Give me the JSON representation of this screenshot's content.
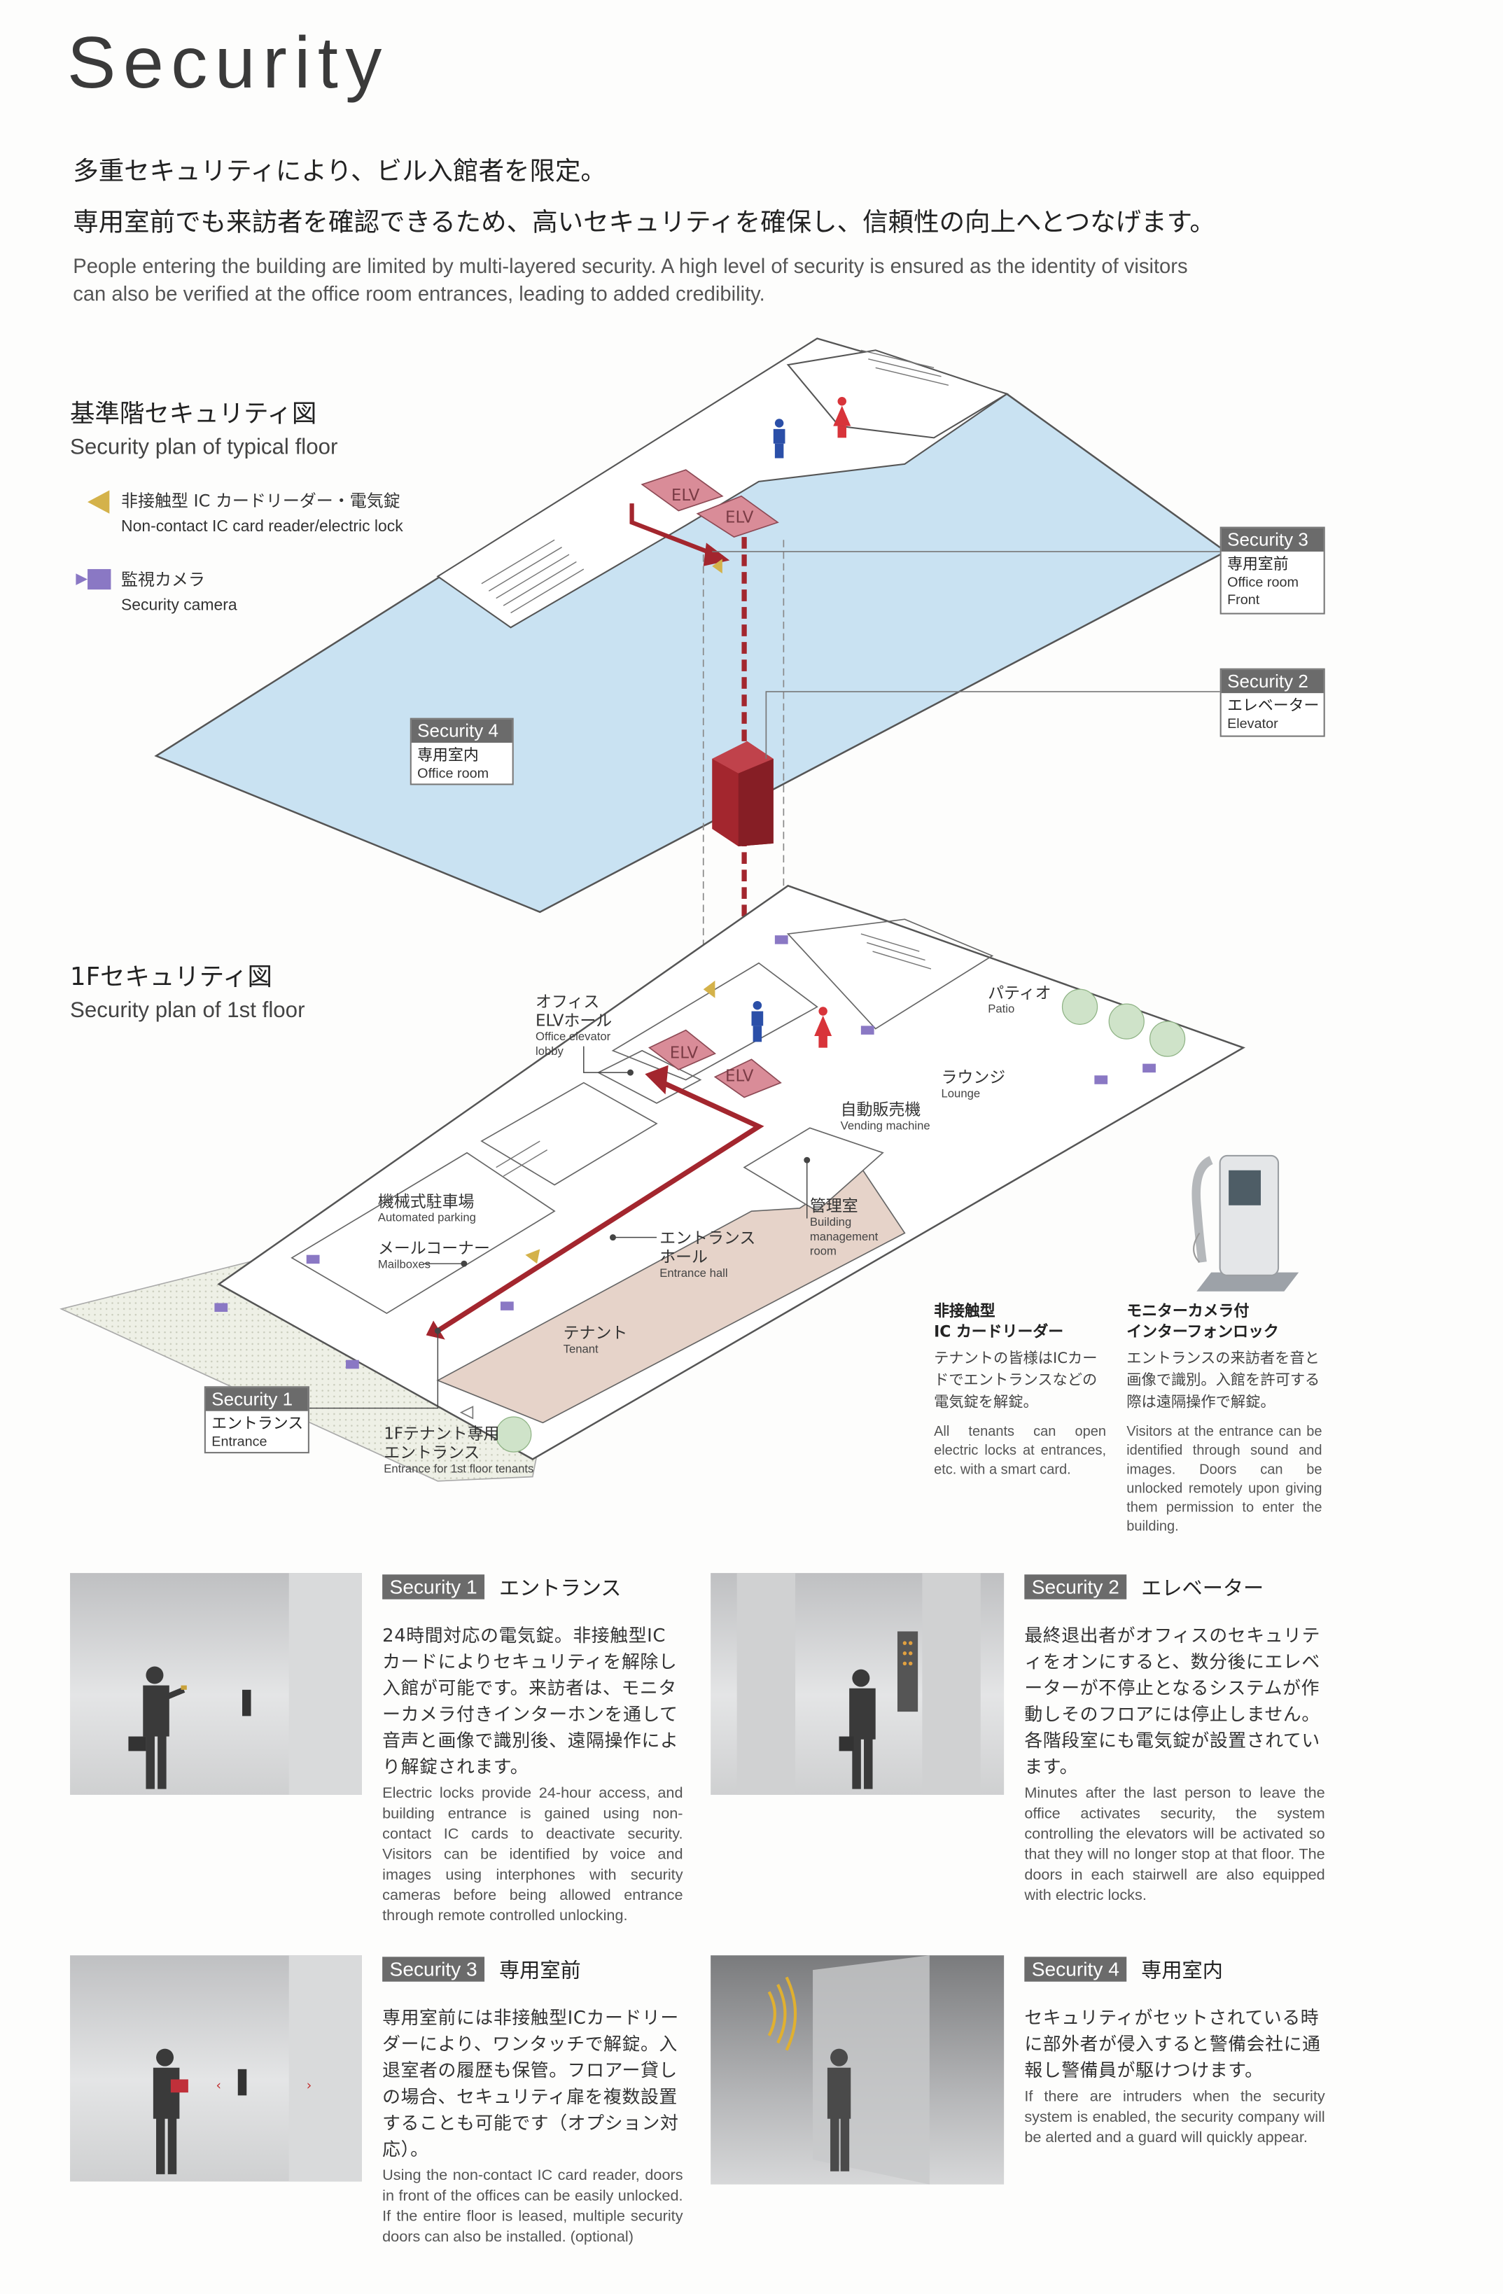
{
  "title": "Security",
  "lead": {
    "jp_line1": "多重セキュリティにより、ビル入館者を限定。",
    "jp_line2": "専用室前でも来訪者を確認できるため、高いセキュリティを確保し、信頼性の向上へとつなげます。",
    "en_line1": "People entering the building are limited by multi-layered security. A high level of security is ensured as the identity of visitors",
    "en_line2": "can also be verified at the office room entrances, leading to added credibility."
  },
  "typical_floor": {
    "heading_jp": "基準階セキュリティ図",
    "heading_en": "Security plan of typical floor",
    "legend": [
      {
        "icon": "card-reader-triangle-icon",
        "jp": "非接触型 IC カードリーダー・電気錠",
        "en": "Non-contact IC card reader/electric lock",
        "color": "#d4b24a"
      },
      {
        "icon": "security-camera-icon",
        "jp": "監視カメラ",
        "en": "Security camera",
        "color": "#8a78c4"
      }
    ],
    "elv_label": "ELV",
    "callouts": {
      "s3": {
        "tag": "Security 3",
        "jp": "専用室前",
        "en": [
          "Office room",
          "Front"
        ]
      },
      "s2": {
        "tag": "Security 2",
        "jp": "エレベーター",
        "en": [
          "Elevator"
        ]
      },
      "s4": {
        "tag": "Security 4",
        "jp": "専用室内",
        "en": [
          "Office room"
        ]
      }
    }
  },
  "first_floor": {
    "heading_jp": "1Fセキュリティ図",
    "heading_en": "Security plan of 1st floor",
    "elv_label": "ELV",
    "labels": {
      "elv_hall": {
        "jp": [
          "オフィス",
          "ELVホール"
        ],
        "en": [
          "Office elevator",
          "lobby"
        ]
      },
      "patio": {
        "jp": [
          "パティオ"
        ],
        "en": [
          "Patio"
        ]
      },
      "lounge": {
        "jp": [
          "ラウンジ"
        ],
        "en": [
          "Lounge"
        ]
      },
      "vending": {
        "jp": [
          "自動販売機"
        ],
        "en": [
          "Vending machine"
        ]
      },
      "mgmt": {
        "jp": [
          "管理室"
        ],
        "en": [
          "Building",
          "management",
          "room"
        ]
      },
      "parking": {
        "jp": [
          "機械式駐車場"
        ],
        "en": [
          "Automated parking"
        ]
      },
      "mail": {
        "jp": [
          "メールコーナー"
        ],
        "en": [
          "Mailboxes"
        ]
      },
      "hall": {
        "jp": [
          "エントランス",
          "ホール"
        ],
        "en": [
          "Entrance hall"
        ]
      },
      "tenant": {
        "jp": [
          "テナント"
        ],
        "en": [
          "Tenant"
        ]
      },
      "tenant_entrance": {
        "jp": [
          "1Fテナント専用",
          "エントランス"
        ],
        "en": [
          "Entrance for 1st floor tenants"
        ]
      }
    },
    "callout_s1": {
      "tag": "Security 1",
      "jp": "エントランス",
      "en": [
        "Entrance"
      ]
    }
  },
  "devices": [
    {
      "title": [
        "非接触型",
        "IC カードリーダー"
      ],
      "jp": "テナントの皆様はICカードでエントランスなどの電気錠を解錠。",
      "en": "All tenants can open electric locks at entrances, etc. with a smart card."
    },
    {
      "title": [
        "モニターカメラ付",
        "インターフォンロック"
      ],
      "jp": "エントランスの来訪者を音と画像で識別。入館を許可する際は遠隔操作で解錠。",
      "en": "Visitors at the entrance can be identified through sound and images. Doors can be unlocked remotely upon giving them permission to enter the building."
    }
  ],
  "panels": [
    {
      "tag": "Security 1",
      "sub": "エントランス",
      "jp": "24時間対応の電気錠。非接触型ICカードによりセキュリティを解除し入館が可能です。来訪者は、モニターカメラ付きインターホンを通して音声と画像で識別後、遠隔操作により解錠されます。",
      "en": "Electric locks provide 24-hour access, and building entrance is gained using non-contact IC cards to deactivate security. Visitors can be identified by voice and images using interphones with security cameras before being allowed entrance through remote controlled unlocking."
    },
    {
      "tag": "Security 2",
      "sub": "エレベーター",
      "jp": "最終退出者がオフィスのセキュリティをオンにすると、数分後にエレベーターが不停止となるシステムが作動しそのフロアには停止しません。各階段室にも電気錠が設置されています。",
      "en": "Minutes after the last person to leave the office activates security, the system controlling the elevators will be activated so that they will no longer stop at that floor. The doors in each stairwell are also equipped with electric locks."
    },
    {
      "tag": "Security 3",
      "sub": "専用室前",
      "jp": "専用室前には非接触型ICカードリーダーにより、ワンタッチで解錠。入退室者の履歴も保管。フロアー貸しの場合、セキュリティ扉を複数設置することも可能です（オプション対応）。",
      "en": "Using the non-contact IC card reader, doors in front of the offices can be easily unlocked. If the entire floor is leased, multiple security doors can also be installed. (optional)"
    },
    {
      "tag": "Security 4",
      "sub": "専用室内",
      "jp": "セキュリティがセットされている時に部外者が侵入すると警備会社に通報し警備員が駆けつけます。",
      "en": "If there are intruders when the security system is enabled, the security company will be alerted and a guard will quickly appear."
    }
  ],
  "colors": {
    "office_area": "#c9e2f2",
    "tenant_area": "#e6d3c9",
    "route": "#a3262e",
    "elv": "#d98c98",
    "badge": "#6b6b6b"
  }
}
